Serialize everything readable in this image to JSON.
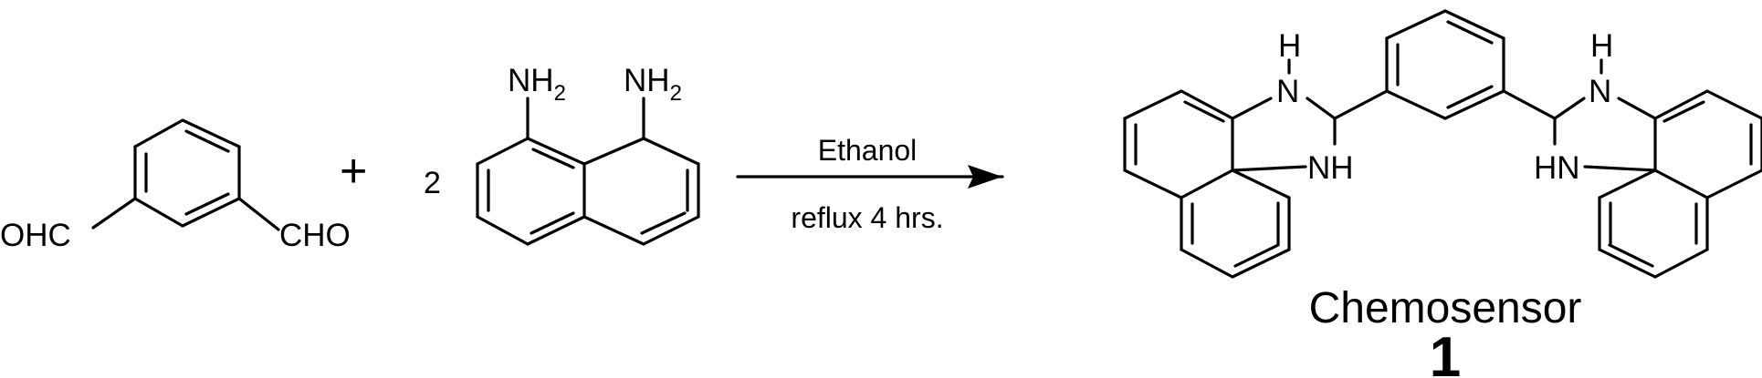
{
  "reaction": {
    "reactant1": {
      "substituent_left": "OHC",
      "substituent_right": "CHO"
    },
    "plus": "+",
    "reactant2": {
      "coefficient": "2",
      "amine_label": "NH",
      "amine_subscript": "2"
    },
    "arrow": {
      "condition_top": "Ethanol",
      "condition_bottom": "reflux 4 hrs."
    },
    "product": {
      "atom_labels": {
        "h_top_left": "H",
        "n_top_left": "N",
        "nh_left": "NH",
        "h_top_right": "H",
        "n_top_right": "N",
        "hn_right": "HN"
      },
      "name": "Chemosensor",
      "number": "1"
    }
  }
}
